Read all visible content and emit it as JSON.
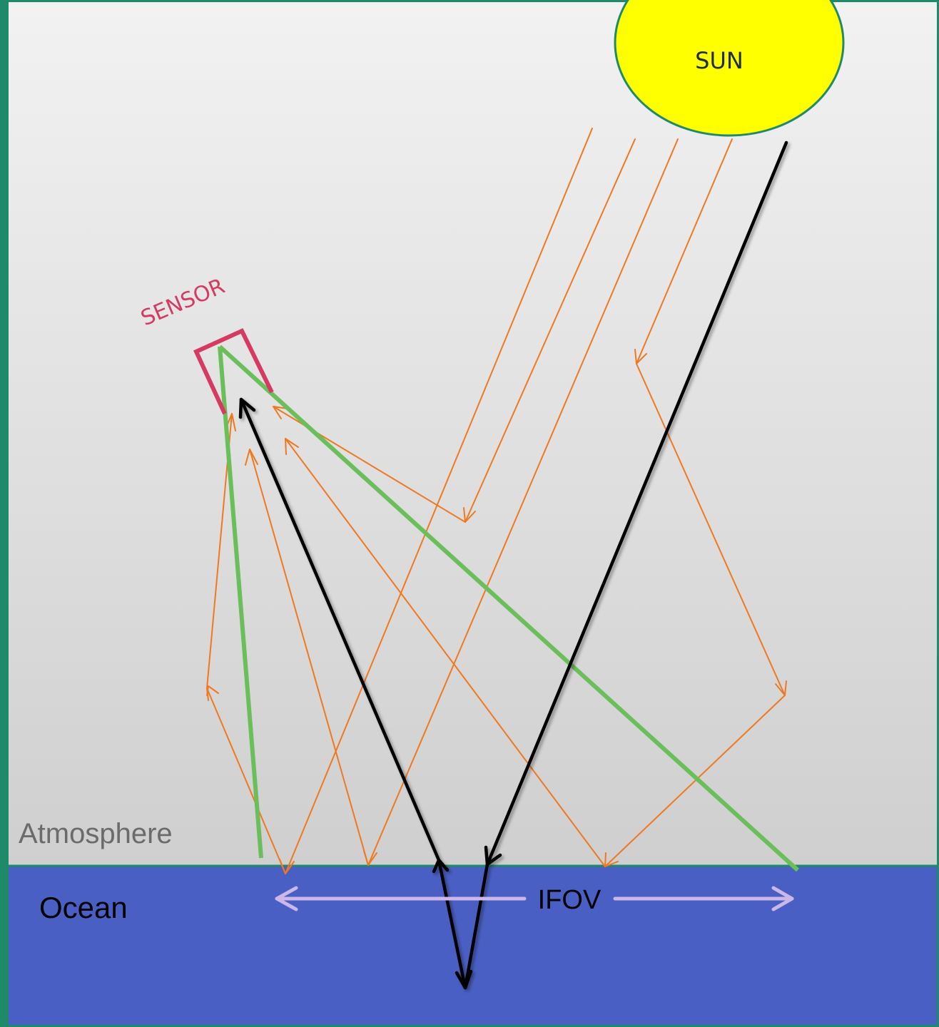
{
  "labels": {
    "sun": "SUN",
    "sensor": "SENSOR",
    "atmosphere": "Atmosphere",
    "ocean": "Ocean",
    "ifov": "IFOV"
  },
  "colors": {
    "atmosphere_top": "#f2f2f2",
    "atmosphere_bottom": "#cfcfcf",
    "ocean": "#4a5fc3",
    "frame": "#1f8a6a",
    "sun_fill": "#ffff00",
    "sun_outline": "#1f8a6a",
    "sun_text": "#1f2d50",
    "sensor": "#d63a62",
    "scattered_rays": "#f07820",
    "direct_ray": "#000000",
    "field_of_view": "#6abf5a",
    "ifov_arrow": "#ccb8e8",
    "atmosphere_text": "#6b6b6b",
    "ocean_text": "#000000",
    "ifov_text": "#000000"
  }
}
